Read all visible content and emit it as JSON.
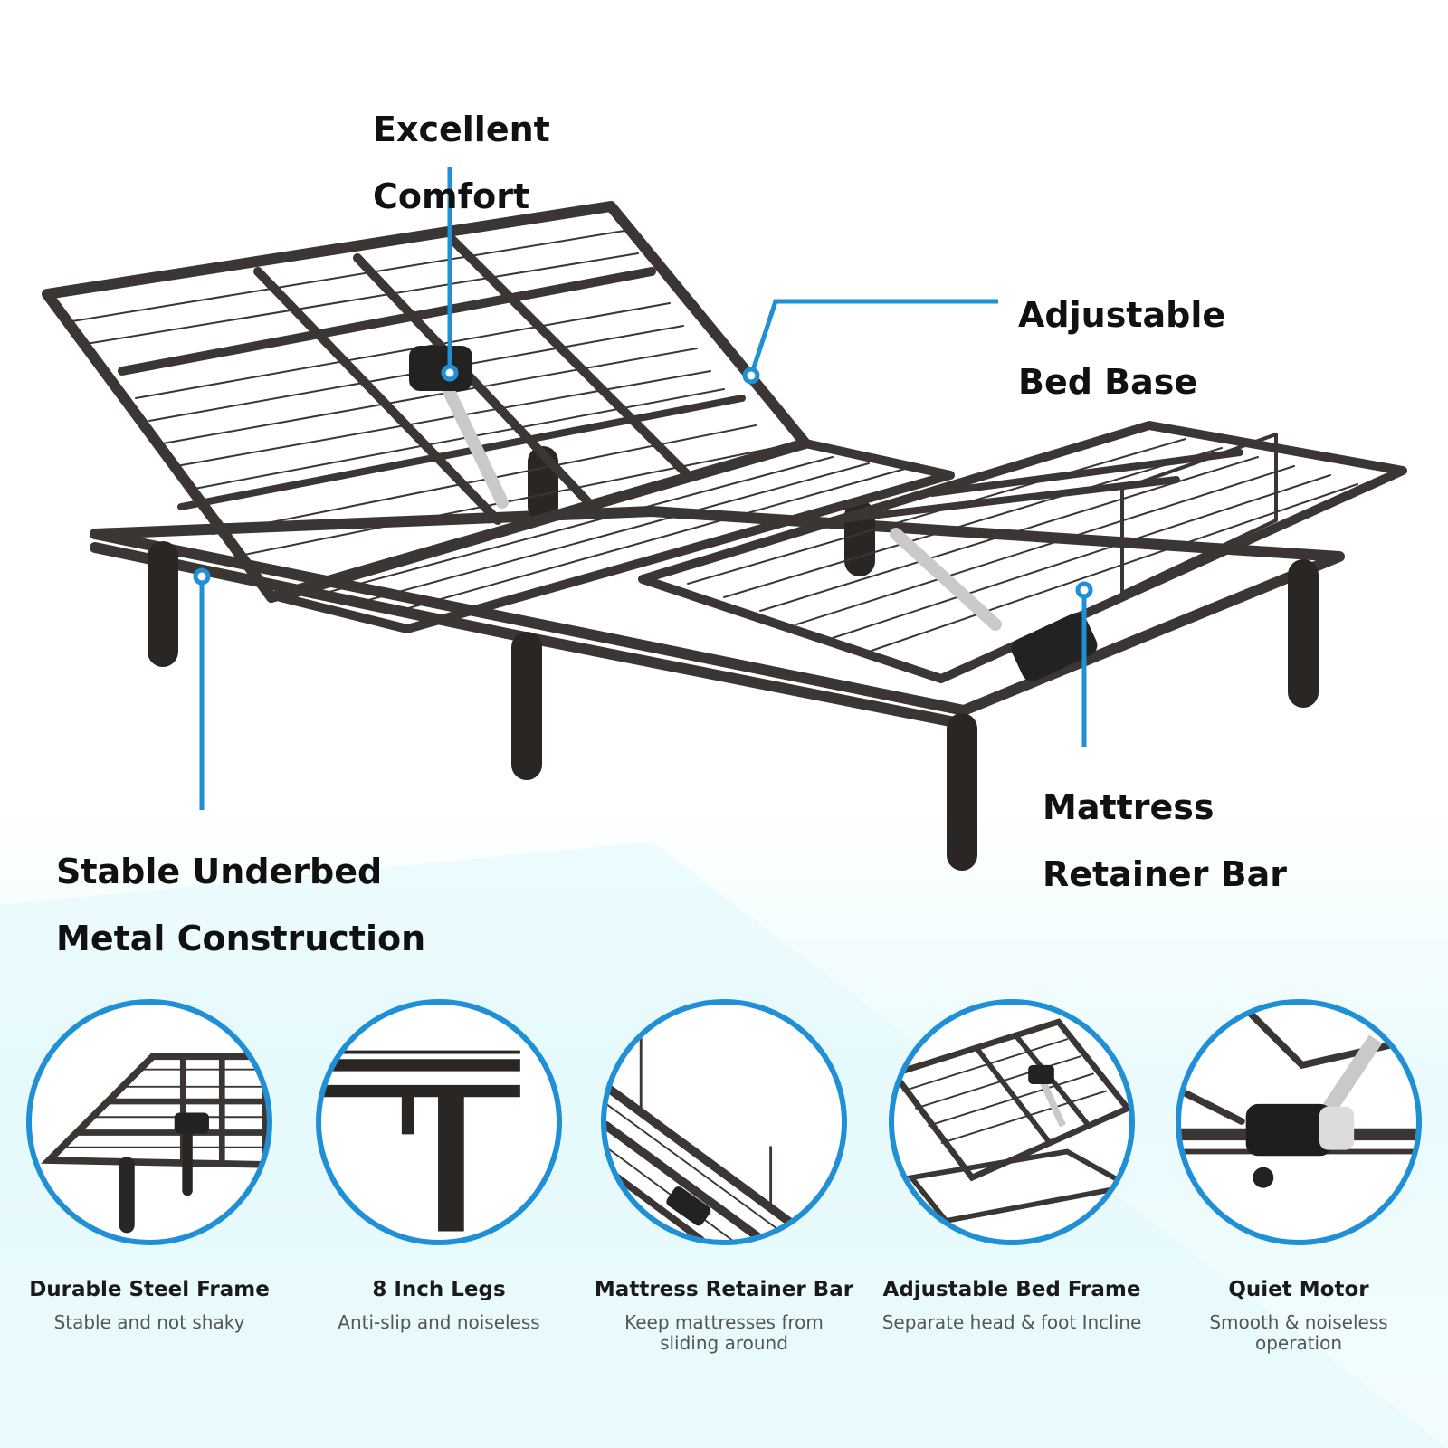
{
  "accent_color": "#1f8fd6",
  "frame_color": "#3b3633",
  "callouts": {
    "comfort": {
      "line1": "Excellent",
      "line2": "Comfort"
    },
    "base": {
      "line1": "Adjustable",
      "line2": "Bed Base"
    },
    "metal": {
      "line1": "Stable Underbed",
      "line2": "Metal Construction"
    },
    "retainer": {
      "line1": "Mattress",
      "line2": "Retainer Bar"
    }
  },
  "features": [
    {
      "title": "Durable Steel Frame",
      "desc": "Stable and not shaky",
      "icon": "steel-frame-closeup"
    },
    {
      "title": "8 Inch Legs",
      "desc": "Anti-slip and noiseless",
      "icon": "legs-closeup"
    },
    {
      "title": "Mattress Retainer Bar",
      "desc": "Keep mattresses from\nsliding around",
      "icon": "retainer-bar-closeup"
    },
    {
      "title": "Adjustable Bed Frame",
      "desc": "Separate head & foot Incline",
      "icon": "adjustable-frame-closeup"
    },
    {
      "title": "Quiet Motor",
      "desc": "Smooth & noiseless\noperation",
      "icon": "motor-closeup"
    }
  ]
}
